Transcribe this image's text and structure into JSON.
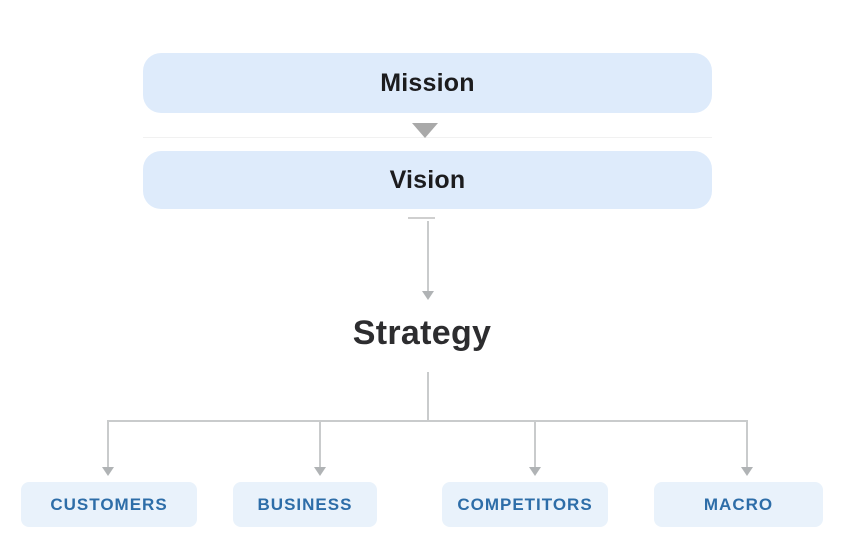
{
  "diagram": {
    "mission": {
      "label": "Mission"
    },
    "vision": {
      "label": "Vision"
    },
    "strategy": {
      "label": "Strategy"
    },
    "branches": [
      {
        "label": "CUSTOMERS"
      },
      {
        "label": "BUSINESS"
      },
      {
        "label": "COMPETITORS"
      },
      {
        "label": "MACRO"
      }
    ],
    "colors": {
      "top_box_bg": "#deebfb",
      "bottom_box_bg": "#e9f2fb",
      "top_text": "#1c1c1e",
      "strategy_text": "#2d2d2f",
      "bottom_text": "#2d6da8",
      "connector": "#c9cbcc",
      "arrowhead": "#b0b3b5",
      "triangle": "#a9a9a9"
    }
  }
}
